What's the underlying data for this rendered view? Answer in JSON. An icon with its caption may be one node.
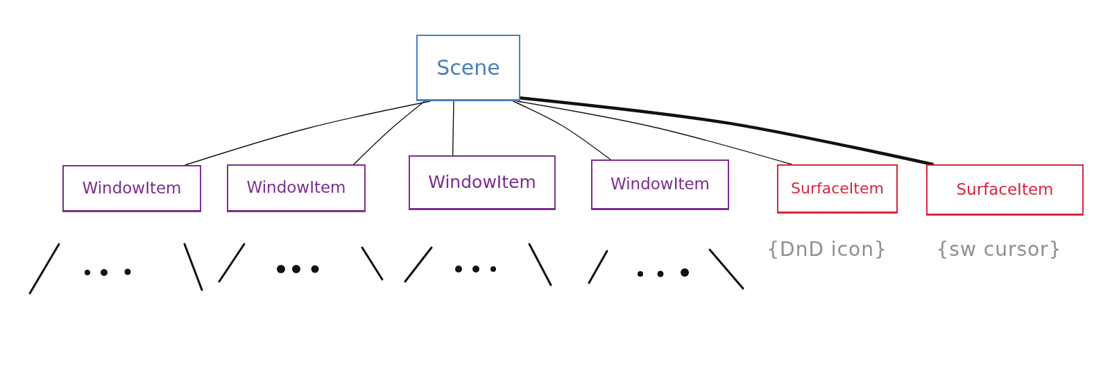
{
  "diagram": {
    "nodes": [
      {
        "text": [
          "Scene"
        ]
      },
      {
        "text": [
          "WindowItem"
        ]
      },
      {
        "text": [
          "WindowItem"
        ]
      },
      {
        "text": [
          "WindowItem"
        ]
      },
      {
        "text": [
          "WindowItem"
        ]
      },
      {
        "text": [
          "SurfaceItem"
        ],
        "beside": [
          "{DnD icon}"
        ]
      },
      {
        "text": [
          "SurfaceItem"
        ],
        "beside": [
          "{sw cursor}"
        ]
      }
    ],
    "edges": [
      {
        "from": 0,
        "to": 1,
        "arrow": "none"
      },
      {
        "from": 0,
        "to": 2,
        "arrow": "none"
      },
      {
        "from": 0,
        "to": 3,
        "arrow": "none"
      },
      {
        "from": 0,
        "to": 4,
        "arrow": "none"
      },
      {
        "from": 0,
        "to": 5,
        "arrow": "none"
      },
      {
        "from": 0,
        "to": 6,
        "arrow": "none",
        "style": "thick"
      }
    ]
  }
}
